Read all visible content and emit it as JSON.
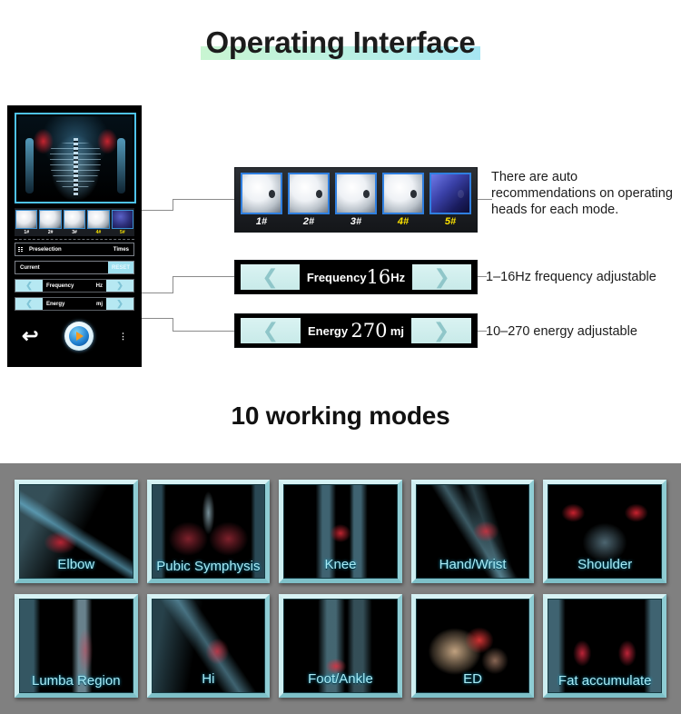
{
  "header": {
    "title": "Operating Interface",
    "highlight_from": "#c9f5d2",
    "highlight_to": "#a6e6f2"
  },
  "device": {
    "xray_alt": "shoulder-xray",
    "probe_heads": [
      {
        "label": "1#",
        "highlight": false
      },
      {
        "label": "2#",
        "highlight": false
      },
      {
        "label": "3#",
        "highlight": false
      },
      {
        "label": "4#",
        "highlight": true
      },
      {
        "label": "5#",
        "highlight": true
      }
    ],
    "preselection_label": "Preselection",
    "times_label": "Times",
    "current_label": "Current",
    "reset_label": "RESET",
    "frequency_label": "Frequency",
    "frequency_unit": "Hz",
    "energy_label": "Energy",
    "energy_unit": "mj",
    "left_arrow": "❮",
    "right_arrow": "❯",
    "back_icon": "↩",
    "menu_dots": "⋮"
  },
  "callouts": {
    "heads": {
      "items": [
        {
          "label": "1#",
          "highlight": false,
          "dark": false
        },
        {
          "label": "2#",
          "highlight": false,
          "dark": false
        },
        {
          "label": "3#",
          "highlight": false,
          "dark": false
        },
        {
          "label": "4#",
          "highlight": true,
          "dark": false
        },
        {
          "label": "5#",
          "highlight": true,
          "dark": true
        }
      ],
      "note": "There are auto recommendations on operating heads for each mode."
    },
    "frequency": {
      "name": "Frequency",
      "value": "16",
      "unit": "Hz",
      "left_arrow": "❮",
      "right_arrow": "❯",
      "note": "1–16Hz frequency adjustable"
    },
    "energy": {
      "name": "Energy",
      "value": "270",
      "unit": "mj",
      "left_arrow": "❮",
      "right_arrow": "❯",
      "note": "10–270 energy adjustable"
    }
  },
  "modes_section": {
    "heading": "10 working modes",
    "background": "#808080",
    "tiles": [
      {
        "label": "Elbow",
        "art": "art-elbow",
        "lines": 1
      },
      {
        "label": "Pubic Symphysis",
        "art": "art-pubic",
        "lines": 2
      },
      {
        "label": "Knee",
        "art": "art-knee",
        "lines": 1
      },
      {
        "label": "Hand/Wrist",
        "art": "art-hand",
        "lines": 1
      },
      {
        "label": "Shoulder",
        "art": "art-shoulder",
        "lines": 1
      },
      {
        "label": "Lumba Region",
        "art": "art-lumbar",
        "lines": 2
      },
      {
        "label": "Hi",
        "art": "art-hip",
        "lines": 1
      },
      {
        "label": "Foot/Ankle",
        "art": "art-foot",
        "lines": 1
      },
      {
        "label": "ED",
        "art": "art-ed",
        "lines": 1
      },
      {
        "label": "Fat accumulate",
        "art": "art-fat",
        "lines": 2
      }
    ]
  }
}
